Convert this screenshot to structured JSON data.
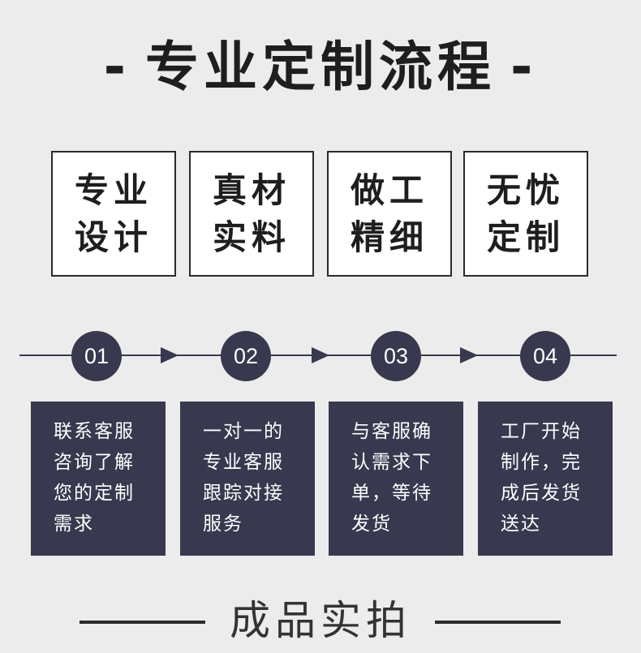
{
  "header": {
    "dash_left": "-",
    "title": "专业定制流程",
    "dash_right": "-"
  },
  "features": [
    {
      "line1": "专业",
      "line2": "设计"
    },
    {
      "line1": "真材",
      "line2": "实料"
    },
    {
      "line1": "做工",
      "line2": "精细"
    },
    {
      "line1": "无忧",
      "line2": "定制"
    }
  ],
  "steps": [
    {
      "number": "01",
      "lines": [
        "联系客服",
        "咨询了解",
        "您的定制",
        "需求"
      ]
    },
    {
      "number": "02",
      "lines": [
        "一对一的",
        "专业客服",
        "跟踪对接",
        "服务"
      ]
    },
    {
      "number": "03",
      "lines": [
        "与客服确",
        "认需求下",
        "单，等待",
        "发货"
      ]
    },
    {
      "number": "04",
      "lines": [
        "工厂开始",
        "制作，完",
        "成后发货",
        "送达"
      ]
    }
  ],
  "footer": {
    "title": "成品实拍"
  },
  "colors": {
    "background": "#ececec",
    "accent": "#38384f",
    "text": "#1e1e1e"
  }
}
